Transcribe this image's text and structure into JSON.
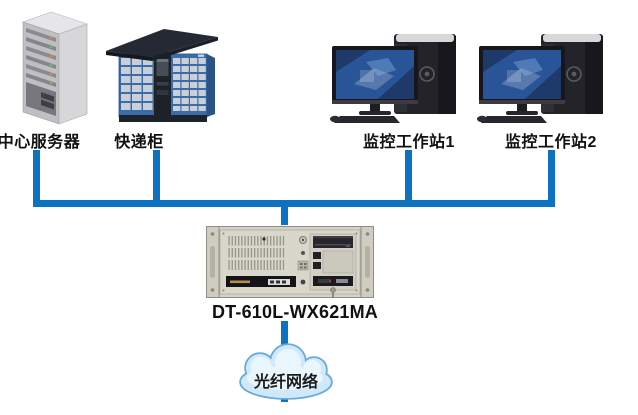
{
  "page": {
    "background": "#ffffff"
  },
  "diagram": {
    "nodes": [
      {
        "id": "central-server",
        "label": "中心服务器",
        "icon": "server-tower-icon"
      },
      {
        "id": "parcel-locker",
        "label": "快递柜",
        "icon": "parcel-locker-icon"
      },
      {
        "id": "workstation-1",
        "label": "监控工作站1",
        "icon": "workstation-icon"
      },
      {
        "id": "workstation-2",
        "label": "监控工作站2",
        "icon": "workstation-icon"
      }
    ],
    "gateway": {
      "id": "industrial-pc",
      "label": "DT-610L-WX621MA",
      "icon": "industrial-pc-icon"
    },
    "network": {
      "id": "fiber-network",
      "label": "光纤网络",
      "icon": "cloud-icon"
    }
  },
  "colors": {
    "connector": "#0d72c2",
    "cloud_fill": "#cfe9fa",
    "cloud_stroke": "#66abdb",
    "cloud_highlight": "#eaf6fd",
    "label_text": "#111111"
  }
}
